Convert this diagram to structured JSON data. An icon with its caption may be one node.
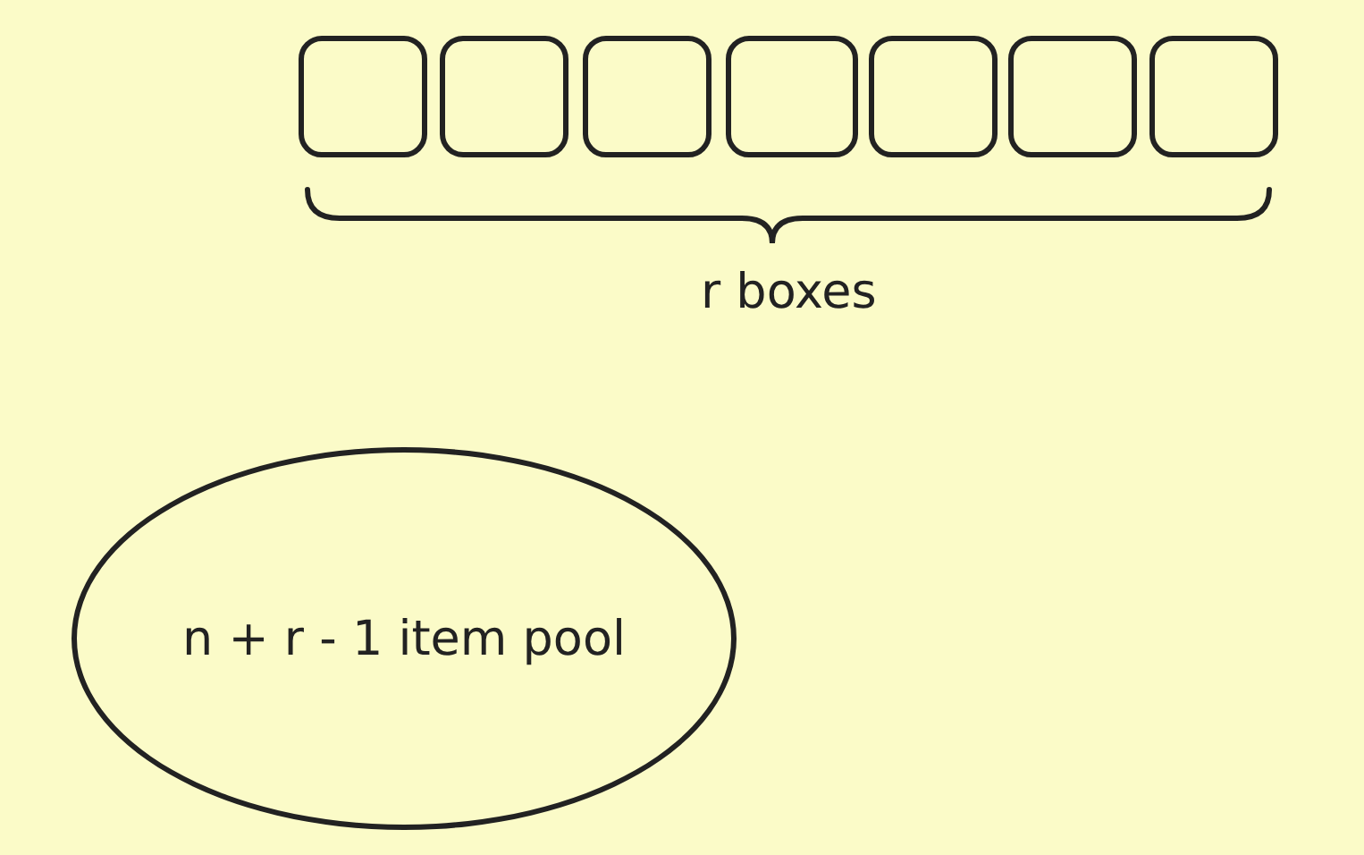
{
  "diagram": {
    "nodes": [
      {
        "text": [],
        "shape": "box"
      },
      {
        "text": [],
        "shape": "box"
      },
      {
        "text": [],
        "shape": "box"
      },
      {
        "text": [],
        "shape": "box"
      },
      {
        "text": [],
        "shape": "box"
      },
      {
        "text": [],
        "shape": "box"
      },
      {
        "text": [],
        "shape": "box"
      },
      {
        "text": [
          "n + r - 1 item pool"
        ]
      }
    ],
    "labels": [
      "r boxes"
    ]
  }
}
